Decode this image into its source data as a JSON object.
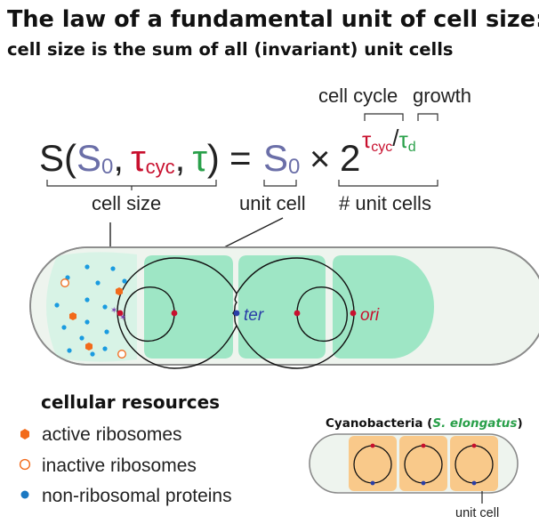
{
  "header": {
    "title": "The law of a fundamental unit of cell size:",
    "subtitle": "cell size is the sum of all (invariant) unit cells"
  },
  "equation": {
    "S": "S",
    "open_paren": "(",
    "S0_base": "S",
    "S0_sub": "0",
    "comma1": ",",
    "tau_cyc_base": "τ",
    "tau_cyc_sub": "cyc",
    "comma2": ",",
    "tau": "τ",
    "close_paren": ")",
    "equals": "=",
    "times": "×",
    "two": "2",
    "exp_tau_cyc_base": "τ",
    "exp_tau_cyc_sub": "cyc",
    "slash": "/",
    "exp_tau_d_base": "τ",
    "exp_tau_d_sub": "d",
    "label_cell_cycle": "cell cycle",
    "label_growth": "growth",
    "label_cell_size": "cell size",
    "label_unit_cell": "unit cell",
    "label_num_unit_cells": "# unit cells"
  },
  "cell": {
    "ter_label": "ter",
    "ori_label": "ori"
  },
  "legend": {
    "title": "cellular resources",
    "items": [
      {
        "label": "active ribosomes"
      },
      {
        "label": "inactive ribosomes"
      },
      {
        "label": "non-ribosomal proteins"
      }
    ]
  },
  "inset": {
    "title_prefix": "Cyanobacteria (",
    "title_species": "S. elongatus",
    "title_suffix": ")",
    "unit_cell_label": "unit cell"
  },
  "colors": {
    "purple": "#6b6fa8",
    "red": "#c8102e",
    "green": "#2aa04a",
    "cell_green": "#9ee6c5",
    "cell_fill": "#eef4ee",
    "zone_fill": "#d8f3e6",
    "ribosome_orange": "#f26a1b",
    "protein_blue": "#1a9be0",
    "inset_orange": "#f9c98a"
  }
}
